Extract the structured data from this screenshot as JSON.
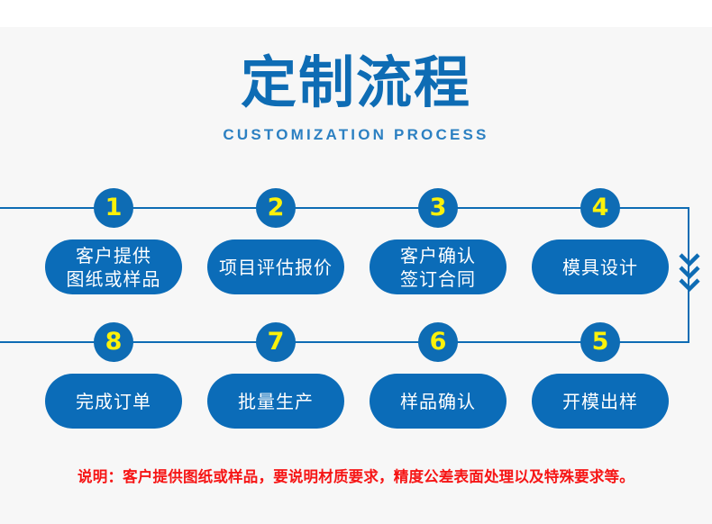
{
  "header": {
    "title": "定制流程",
    "subtitle": "CUSTOMIZATION PROCESS"
  },
  "colors": {
    "accent_blue": "#0e6cb4",
    "pill_blue": "#0b6cb8",
    "badge_number_yellow": "#fbf10a",
    "subtitle_blue": "#2c80c2",
    "note_red": "#f61515",
    "background_grey": "#f7f7f7",
    "pill_text_white": "#ffffff"
  },
  "flow": {
    "direction_icon": "double-chevron-down-icon",
    "rows": [
      {
        "name": "top-row",
        "steps": [
          {
            "number": "1",
            "label": "客户提供\n图纸或样品"
          },
          {
            "number": "2",
            "label": "项目评估报价"
          },
          {
            "number": "3",
            "label": "客户确认\n签订合同"
          },
          {
            "number": "4",
            "label": "模具设计"
          }
        ]
      },
      {
        "name": "bottom-row",
        "steps": [
          {
            "number": "8",
            "label": "完成订单"
          },
          {
            "number": "7",
            "label": "批量生产"
          },
          {
            "number": "6",
            "label": "样品确认"
          },
          {
            "number": "5",
            "label": "开模出样"
          }
        ]
      }
    ]
  },
  "footnote": {
    "text": "说明：客户提供图纸或样品，要说明材质要求，精度公差表面处理以及特殊要求等。"
  }
}
